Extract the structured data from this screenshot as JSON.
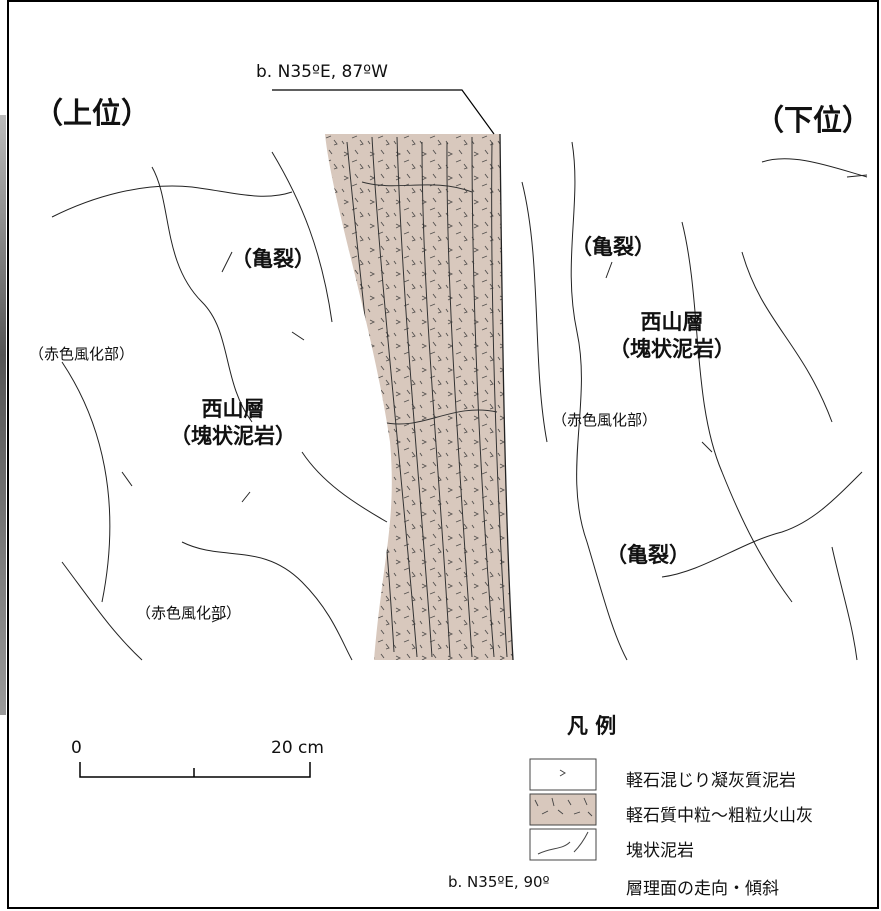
{
  "structure_label": "b. N35ºE, 87ºW",
  "sides": {
    "upper": "（上位）",
    "lower": "（下位）"
  },
  "annotations": {
    "crack_1": "（亀裂）",
    "crack_2": "（亀裂）",
    "crack_3": "（亀裂）",
    "weathered_1": "（赤色風化部）",
    "weathered_2": "（赤色風化部）",
    "weathered_3": "（赤色風化部）",
    "formation_left": {
      "name": "西山層",
      "rock": "（塊状泥岩）"
    },
    "formation_right": {
      "name": "西山層",
      "rock": "（塊状泥岩）"
    }
  },
  "scale_bar": {
    "start": "0",
    "end": "20 cm"
  },
  "legend": {
    "title": "凡 例",
    "items": [
      {
        "symbol": "pumice-dots",
        "label": "軽石混じり凝灰質泥岩"
      },
      {
        "symbol": "ash-fill",
        "label": "軽石質中粒～粗粒火山灰",
        "color": "#d8c8bd"
      },
      {
        "symbol": "crack-lines",
        "label": "塊状泥岩"
      }
    ],
    "bedding": {
      "symbol_text": "b. N35ºE, 90º",
      "label": "層理面の走向・傾斜"
    }
  },
  "colors": {
    "ash_layer": "#d8c8bd",
    "line": "#222222"
  }
}
